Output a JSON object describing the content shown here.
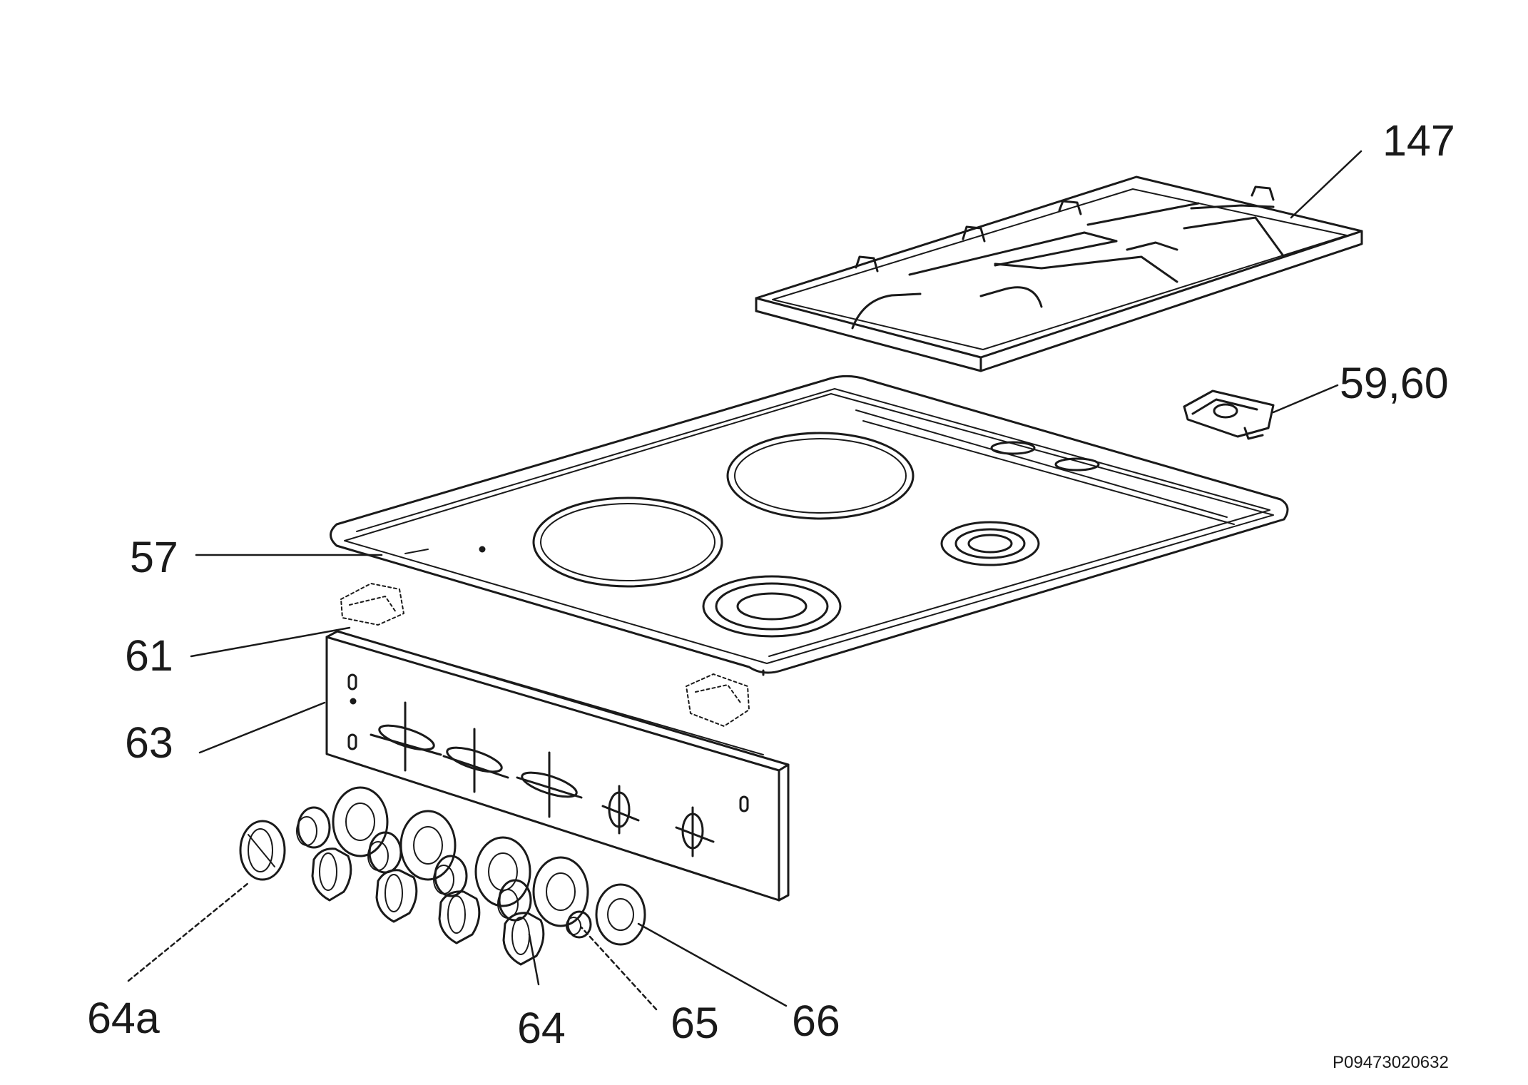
{
  "labels": {
    "grid": "147",
    "clip": "59,60",
    "hob": "57",
    "bracket": "61",
    "panel": "63",
    "cap": "64a",
    "knob": "64",
    "spring": "65",
    "ring": "66"
  },
  "drawing_code": "P09473020632"
}
